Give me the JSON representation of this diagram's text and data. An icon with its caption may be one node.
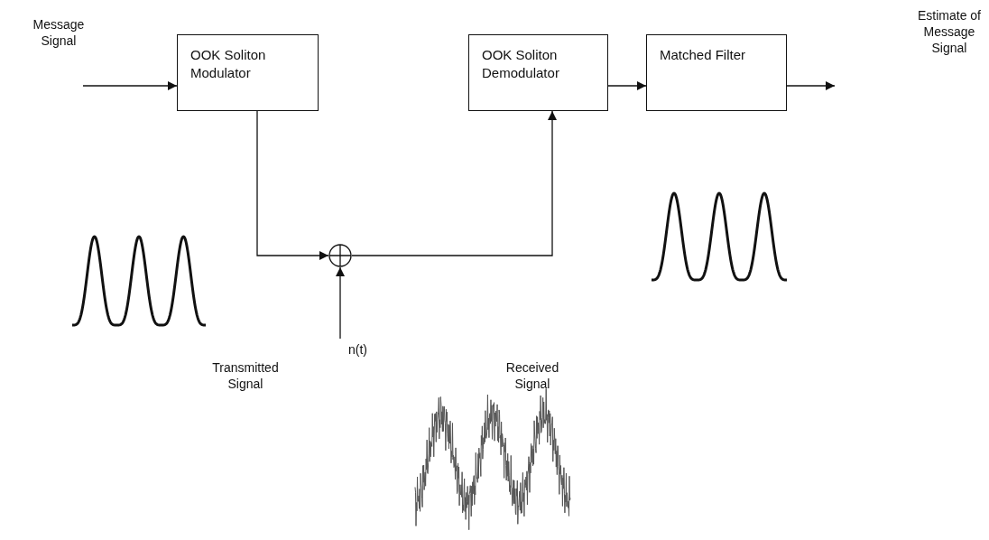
{
  "diagram": {
    "nodes": [
      {
        "text": [
          "OOK Soliton Modulator"
        ]
      },
      {
        "text": [
          "OOK Soliton Demodulator"
        ]
      },
      {
        "text": [
          "Matched Filter"
        ]
      },
      {
        "text": [],
        "shape": "circle"
      }
    ],
    "edges": [
      {
        "from": null,
        "to": 0,
        "arrow": "to"
      },
      {
        "from": 0,
        "to": 3,
        "arrow": "to"
      },
      {
        "from": 3,
        "to": 1,
        "arrow": "to"
      },
      {
        "from": 1,
        "to": 2,
        "arrow": "to"
      },
      {
        "from": 2,
        "to": null,
        "arrow": "to"
      },
      {
        "from": null,
        "to": 3,
        "arrow": "to"
      }
    ],
    "labels": [
      "Message Signal",
      "Estimate of Message Signal",
      "Transmitted Signal",
      "n(t)",
      "Received Signal"
    ]
  }
}
